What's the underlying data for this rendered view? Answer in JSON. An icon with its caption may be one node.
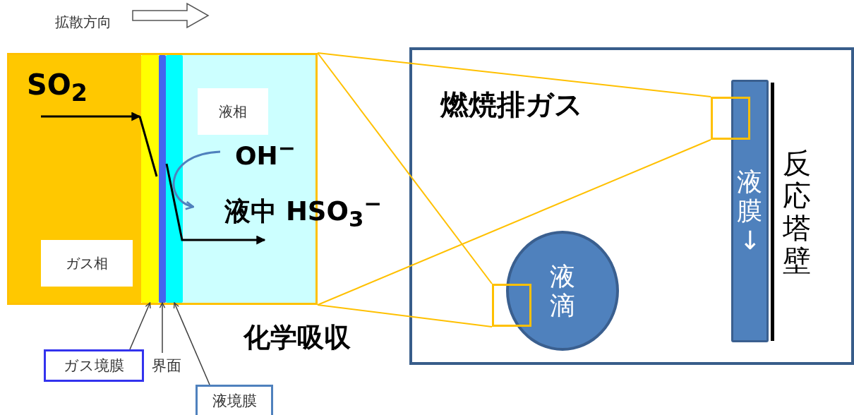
{
  "diagram": {
    "nodes": [
      {
        "text": [],
        "shape": "box"
      },
      {
        "text": [
          "ガス相"
        ],
        "in": 0
      },
      {
        "text": [
          "液相"
        ],
        "in": 0
      },
      {
        "text": [
          "ガス境膜"
        ]
      },
      {
        "text": [
          "界面"
        ]
      },
      {
        "text": [
          "液境膜"
        ]
      },
      {
        "text": [],
        "shape": "bar",
        "in": 0
      },
      {
        "text": [],
        "shape": "bar",
        "in": 0
      },
      {
        "text": [],
        "shape": "bar",
        "in": 0
      },
      {
        "text": [
          "燃焼排ガス"
        ]
      },
      {
        "text": [
          "液滴"
        ],
        "in": 9
      },
      {
        "text": [
          "液膜↓"
        ],
        "in": 9
      },
      {
        "text": [],
        "shape": "box",
        "in": 9
      },
      {
        "text": [],
        "shape": "box",
        "in": 9
      }
    ],
    "edges": [
      {
        "from": 3,
        "to": 6,
        "arrow": "to",
        "color": "#404040"
      },
      {
        "from": 4,
        "to": 7,
        "arrow": "to",
        "color": "#404040"
      },
      {
        "from": 5,
        "to": 8,
        "arrow": "to",
        "color": "#404040"
      },
      {
        "from": 0,
        "to": 12,
        "arrow": "none"
      },
      {
        "from": 0,
        "to": 12,
        "arrow": "none"
      },
      {
        "from": 0,
        "to": 13,
        "arrow": "none"
      },
      {
        "from": 0,
        "to": 13,
        "arrow": "none"
      }
    ],
    "labels": [
      "拡散方向",
      "SO$_{2}$",
      "OH$^{−}$",
      "液中 HSO$_{3}$$^{−}$",
      "化学吸収",
      "反応塔壁"
    ]
  }
}
